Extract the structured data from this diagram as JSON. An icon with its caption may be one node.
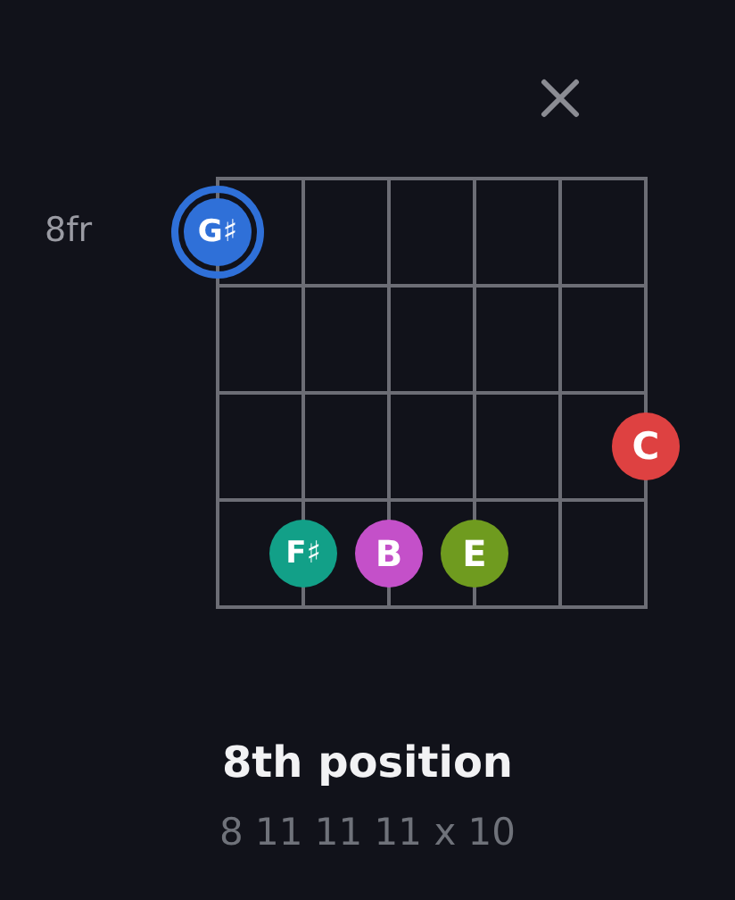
{
  "diagram": {
    "title": "8th position",
    "caption": "8 11 11 11 x 10",
    "nodes": [
      {
        "text": [
          "G♯"
        ]
      },
      {
        "text": [
          "C"
        ]
      },
      {
        "text": [
          "F♯"
        ]
      },
      {
        "text": [
          "B"
        ]
      },
      {
        "text": [
          "E"
        ]
      }
    ],
    "labels": [
      "8fr"
    ]
  }
}
